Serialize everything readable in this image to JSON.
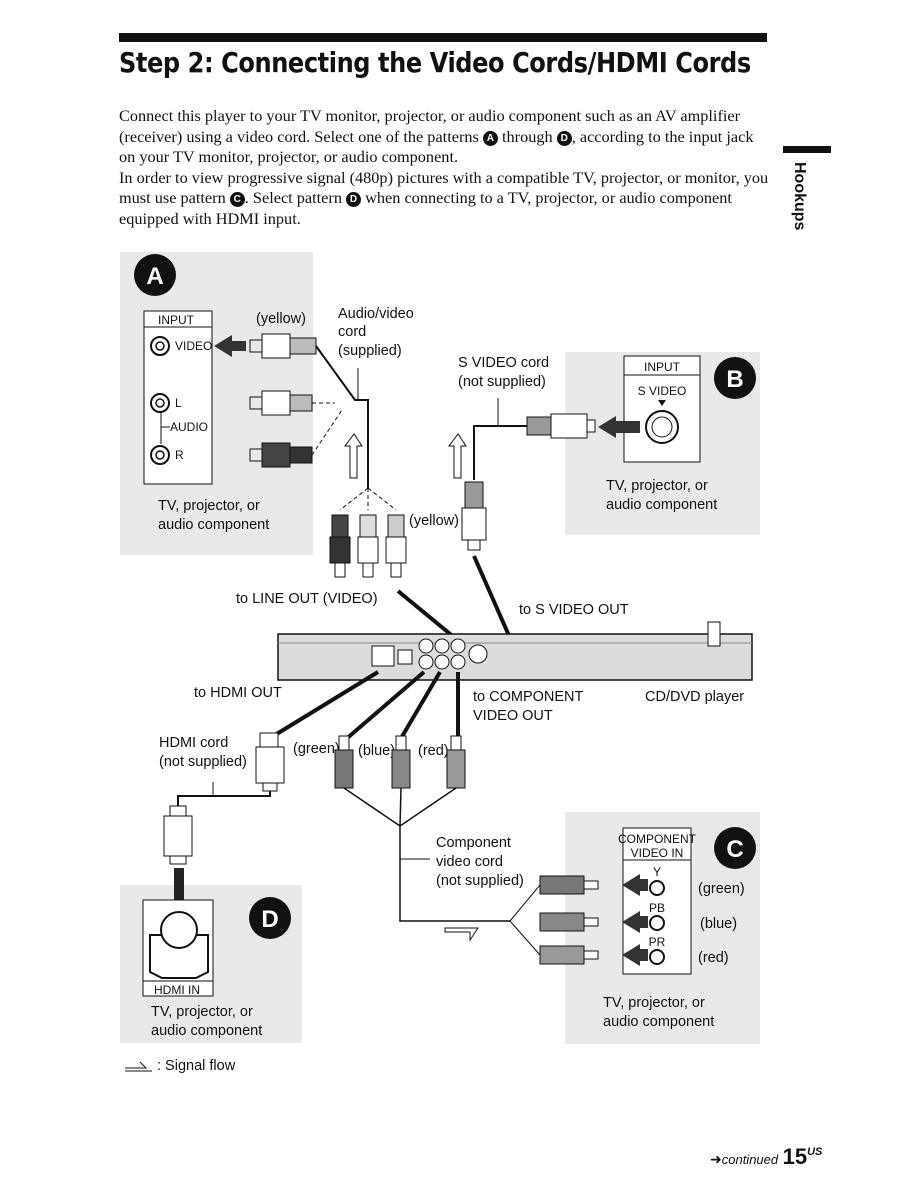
{
  "header": {
    "title": "Step 2: Connecting the Video Cords/HDMI Cords"
  },
  "intro": {
    "p1_a": "Connect this player to your TV monitor, projector, or audio component such as an AV amplifier (receiver) using a video cord. Select one of the patterns ",
    "p1_b": " through ",
    "p1_c": ", according to the input jack on your TV monitor, projector, or audio component.",
    "p2_a": "In order to view progressive signal (480p) pictures with a compatible TV, projector, or monitor, you must use pattern ",
    "p2_b": ". Select pattern ",
    "p2_c": " when connecting to a TV, projector, or audio component equipped with HDMI input."
  },
  "sidebar": {
    "label": "Hookups"
  },
  "patterns": {
    "A": {
      "badge": "A",
      "input_box": "INPUT",
      "jack_video": "VIDEO",
      "jack_l": "L",
      "jack_audio": "AUDIO",
      "jack_r": "R",
      "device_line1": "TV, projector, or",
      "device_line2": "audio component",
      "cable_line1": "Audio/video",
      "cable_line2": "cord",
      "cable_line3": "(supplied)",
      "color_top": "(yellow)",
      "color_plug": "(yellow)"
    },
    "B": {
      "badge": "B",
      "input_box": "INPUT",
      "jack": "S VIDEO",
      "cable_line1": "S VIDEO cord",
      "cable_line2": "(not supplied)",
      "device_line1": "TV, projector, or",
      "device_line2": "audio component"
    },
    "C": {
      "badge": "C",
      "input_line1": "COMPONENT",
      "input_line2": "VIDEO IN",
      "jack_y": "Y",
      "jack_pb": "PB",
      "jack_pr": "PR",
      "color_green": "(green)",
      "color_blue": "(blue)",
      "color_red": "(red)",
      "cable_line1": "Component",
      "cable_line2": "video cord",
      "cable_line3": "(not supplied)",
      "device_line1": "TV, projector, or",
      "device_line2": "audio component"
    },
    "D": {
      "badge": "D",
      "input_box": "HDMI IN",
      "cable_line1": "HDMI cord",
      "cable_line2": "(not supplied)",
      "device_line1": "TV, projector, or",
      "device_line2": "audio component"
    }
  },
  "player": {
    "line_out": "to LINE OUT (VIDEO)",
    "s_video_out": "to S VIDEO OUT",
    "hdmi_out": "to HDMI OUT",
    "component_out_line1": "to COMPONENT",
    "component_out_line2": "VIDEO OUT",
    "name": "CD/DVD player",
    "plug_green": "(green)",
    "plug_blue": "(blue)",
    "plug_red": "(red)"
  },
  "legend": {
    "text": ": Signal flow"
  },
  "footer": {
    "continued": "continued",
    "page": "15",
    "suffix": "US"
  }
}
